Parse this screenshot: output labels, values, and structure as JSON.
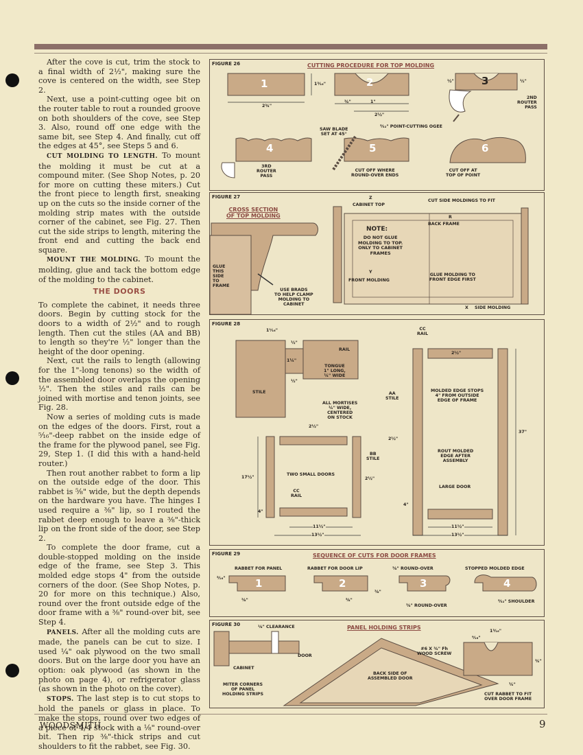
{
  "article": {
    "p1": "After the cove is cut, trim the stock to a final width of 2½\", making sure the cove is centered on the width, see Step 2.",
    "p2": "Next, use a point-cutting ogee bit on the router table to rout a rounded groove on both shoulders of the cove, see Step 3. Also, round off one edge with the same bit, see Step 4. And finally, cut off the edges at 45°, see Steps 5 and 6.",
    "p3_head": "CUT MOLDING TO LENGTH.",
    "p3": "To mount the molding it must be cut at a compound miter. (See Shop Notes, p. 20 for more on cutting these miters.) Cut the front piece to length first, sneaking up on the cuts so the inside corner of the molding strip mates with the outside corner of the cabinet, see Fig. 27. Then cut the side strips to length, mitering the front end and cutting the back end square.",
    "p4_head": "MOUNT THE MOLDING.",
    "p4": "To mount the molding, glue and tack the bottom edge of the molding to the cabinet.",
    "doors_heading": "THE DOORS",
    "p5": "To complete the cabinet, it needs three doors. Begin by cutting stock for the doors to a width of 2½\" and to rough length. Then cut the stiles (AA and BB) to length so they're ½\" longer than the height of the door opening.",
    "p6": "Next, cut the rails to length (allowing for the 1\"-long tenons) so the width of the assembled door overlaps the opening ½\". Then the stiles and rails can be joined with mortise and tenon joints, see Fig. 28.",
    "p7": "Now a series of molding cuts is made on the edges of the doors. First, rout a ⁵⁄₁₆\"-deep rabbet on the inside edge of the frame for the plywood panel, see Fig. 29, Step 1. (I did this with a hand-held router.)",
    "p8": "Then rout another rabbet to form a lip on the outside edge of the door. This rabbet is ⅝\" wide, but the depth depends on the hardware you have. The hinges I used require a ⅜\" lip, so I routed the rabbet deep enough to leave a ⅜\"-thick lip on the front side of the door, see Step 2.",
    "p9": "To complete the door frame, cut a double-stopped molding on the inside edge of the frame, see Step 3. This molded edge stops 4\" from the outside corners of the door. (See Shop Notes, p. 20 for more on this technique.) Also, round over the front outside edge of the door frame with a ⅜\" round-over bit, see Step 4.",
    "p10_head": "PANELS.",
    "p10": "After all the molding cuts are made, the panels can be cut to size. I used ¼\" oak plywood on the two small doors. But on the large door you have an option: oak plywood (as shown in the photo on page 4), or refrigerator glass (as shown in the photo on the cover).",
    "p11_head": "STOPS.",
    "p11": "The last step is to cut stops to hold the panels or glass in place. To make the stops, round over two edges of a piece of 4/4 stock with a ⅛\" round-over bit. Then rip ⅜\"-thick strips and cut shoulders to fit the rabbet, see Fig. 30."
  },
  "fig26": {
    "label": "FIGURE 26",
    "title": "CUTTING PROCEDURE FOR TOP MOLDING",
    "steps": [
      "1",
      "2",
      "3",
      "4",
      "5",
      "6"
    ],
    "d_1316": "1³⁄₁₆\"",
    "d_234": "2¾\"",
    "d_34": "¾\"",
    "d_1": "1\"",
    "d_212": "2½\"",
    "d_12a": "½\"",
    "d_12b": "½\"",
    "second_pass": "2ND\nROUTER\nPASS",
    "ogee": "⁵⁄₃₂\" POINT-CUTTING OGEE",
    "saw_blade": "SAW BLADE\nSET AT 45°",
    "third_pass": "3RD\nROUTER\nPASS",
    "cut_off_where": "CUT OFF WHERE\nROUND-OVER ENDS",
    "cut_off_at": "CUT OFF AT\nTOP OF POINT"
  },
  "fig27": {
    "label": "FIGURE 27",
    "title": "CROSS SECTION\nOF TOP MOLDING",
    "glue": "GLUE\nTHIS\nSIDE\nTO\nFRAME",
    "brads": "USE BRADS\nTO HELP CLAMP\nMOLDING TO\nCABINET",
    "z": "Z",
    "cabinet_top": "CABINET TOP",
    "cut_side": "CUT SIDE MOLDINGS TO FIT",
    "r": "R",
    "back_frame": "BACK FRAME",
    "note_head": "NOTE:",
    "note": "DO NOT GLUE\nMOLDING TO TOP.\nONLY TO CABINET\nFRAMES",
    "y": "Y",
    "front_molding": "FRONT MOLDING",
    "glue_front": "GLUE MOLDING TO\nFRONT EDGE FIRST",
    "x": "X",
    "side_molding": "SIDE MOLDING"
  },
  "fig28": {
    "label": "FIGURE 28",
    "d_1116": "1¹⁄₁₆\"",
    "d_12a": "½\"",
    "d_114": "1¼\"",
    "d_12b": "½\"",
    "rail": "RAIL",
    "tongue": "TONGUE\n1\" LONG,\n¼\" WIDE",
    "stile": "STILE",
    "mortises": "ALL MORTISES\n¼\" WIDE,\nCENTERED\nON STOCK",
    "d_212a": "2½\"",
    "cc_rail_top": "CC\nRAIL",
    "d_212b": "2½\"",
    "aa_stile": "AA\nSTILE",
    "molded_stops": "MOLDED EDGE STOPS\n4\" FROM OUTSIDE\nEDGE OF FRAME",
    "d_212c": "2½\"",
    "d_37": "37\"",
    "rout_molded": "ROUT MOLDED\nEDGE AFTER\nASSEMBLY",
    "bb_stile": "BB\nSTILE",
    "two_small": "TWO SMALL DOORS",
    "d_1712": "17½\"",
    "d_212d": "2½\"",
    "large_door": "LARGE DOOR",
    "cc_rail_bot": "CC\nRAIL",
    "d_4a": "4\"",
    "d_4b": "4\"",
    "d_1112a": "11½\"",
    "d_1312a": "13½\"",
    "d_1112b": "11½\"",
    "d_1312b": "13½\""
  },
  "fig29": {
    "label": "FIGURE 29",
    "title": "SEQUENCE OF CUTS FOR DOOR FRAMES",
    "rabbet_panel": "RABBET FOR PANEL",
    "rabbet_lip": "RABBET FOR DOOR LIP",
    "roundover_top": "⅜\" ROUND-OVER",
    "stopped": "STOPPED MOLDED EDGE",
    "steps": [
      "1",
      "2",
      "3",
      "4"
    ],
    "d_516": "⁵⁄₁₆\"",
    "d_38a": "⅜\"",
    "d_58": "⅝\"",
    "d_38b": "⅜\"",
    "roundover_bot": "⅜\" ROUND-OVER",
    "shoulder": "⁵⁄₃₂\" SHOULDER"
  },
  "fig30": {
    "label": "FIGURE 30",
    "clearance": "⅛\" CLEARANCE",
    "title": "PANEL HOLDING STRIPS",
    "door": "DOOR",
    "screw": "#6 X ¾\" Fh\nWOOD SCREW",
    "cabinet": "CABINET",
    "back_side": "BACK SIDE OF\nASSEMBLED DOOR",
    "miter": "MITER CORNERS\nOF PANEL\nHOLDING STRIPS",
    "cut_rabbet": "CUT RABBET TO FIT\nOVER DOOR FRAME",
    "d_1316": "1³⁄₁₆\"",
    "d_916": "⁹⁄₁₆\"",
    "d_34": "¾\"",
    "d_14": "¼\""
  },
  "footer": {
    "brand": "WOODSMITH",
    "page": "9"
  }
}
